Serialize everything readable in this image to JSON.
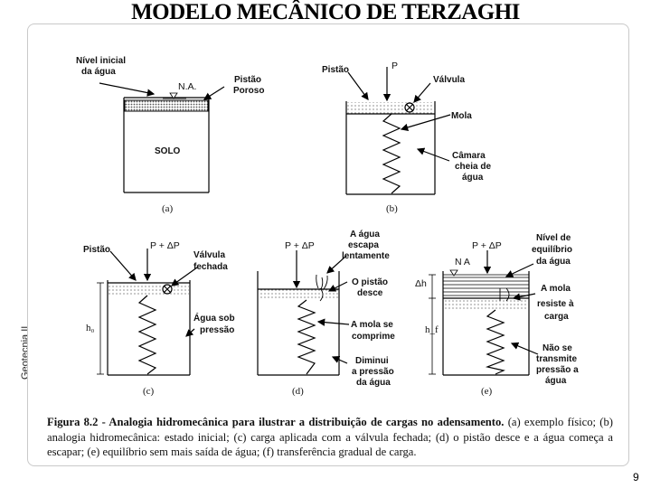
{
  "title": "MODELO MECÂNICO DE TERZAGHI",
  "side_label": "Geotecnia II",
  "page_number": "9",
  "figure": {
    "a": {
      "nivel1": "Nível inicial",
      "nivel2": "da água",
      "na": "N.A.",
      "pistao1": "Pistão",
      "pistao2": "Poroso",
      "solo": "SOLO",
      "label": "(a)"
    },
    "b": {
      "pistao": "Pistão",
      "p": "P",
      "valvula": "Válvula",
      "mola": "Mola",
      "camara1": "Câmara",
      "camara2": "cheia de",
      "camara3": "água",
      "label": "(b)"
    },
    "c": {
      "pistao": "Pistão",
      "load": "P + ΔP",
      "valvula1": "Válvula",
      "valvula2": "fechada",
      "agua1": "Água sob",
      "agua2": "pressão",
      "h": "h₀",
      "label": "(c)"
    },
    "d": {
      "load": "P + ΔP",
      "esc1": "A água",
      "esc2": "escapa",
      "esc3": "lentamente",
      "des1": "O pistão",
      "des2": "desce",
      "mol1": "A mola se",
      "mol2": "comprime",
      "dim1": "Diminui",
      "dim2": "a pressão",
      "dim3": "da água",
      "label": "(d)"
    },
    "e": {
      "load": "P + ΔP",
      "na": "N A",
      "dh": "Δh",
      "hf": "h_f",
      "niv1": "Nível de",
      "niv2": "equilíbrio",
      "niv3": "da água",
      "res1": "A mola",
      "res2": "resiste à",
      "res3": "carga",
      "nao1": "Não se",
      "nao2": "transmite",
      "nao3": "pressão a",
      "nao4": "água",
      "label": "(e)"
    },
    "caption_bold": "Figura 8.2 - Analogia hidromecânica para ilustrar a distribuição de cargas no adensamento.",
    "caption_rest": " (a) exemplo físico; (b) analogia hidromecânica: estado inicial; (c) carga aplicada com a válvula fechada; (d) o pistão desce e a água começa a escapar; (e) equilíbrio sem mais saída de água; (f) transferência gradual de carga."
  }
}
